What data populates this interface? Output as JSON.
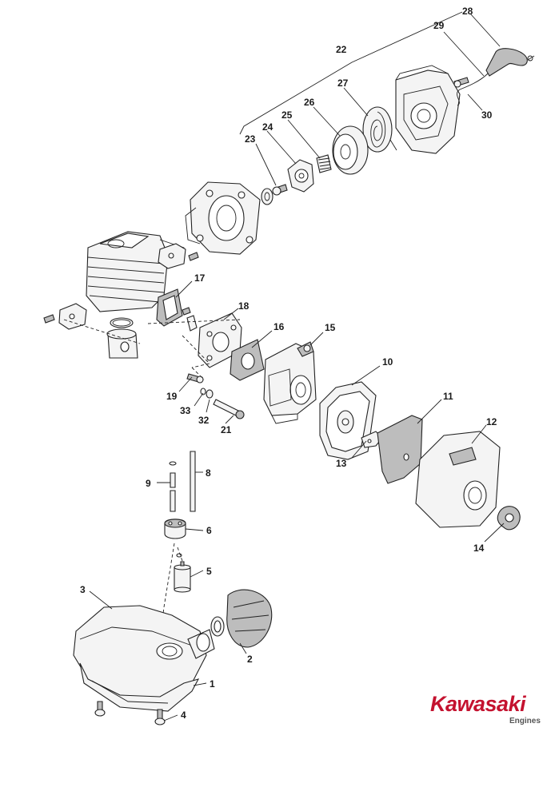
{
  "brand": {
    "name": "Kawasaki",
    "tagline": "Engines",
    "color": "#c4122f"
  },
  "callouts": [
    "1",
    "2",
    "3",
    "4",
    "5",
    "6",
    "8",
    "9",
    "10",
    "11",
    "12",
    "13",
    "14",
    "15",
    "16",
    "17",
    "18",
    "19",
    "21",
    "22",
    "23",
    "24",
    "25",
    "26",
    "27",
    "28",
    "29",
    "30",
    "32",
    "33"
  ]
}
